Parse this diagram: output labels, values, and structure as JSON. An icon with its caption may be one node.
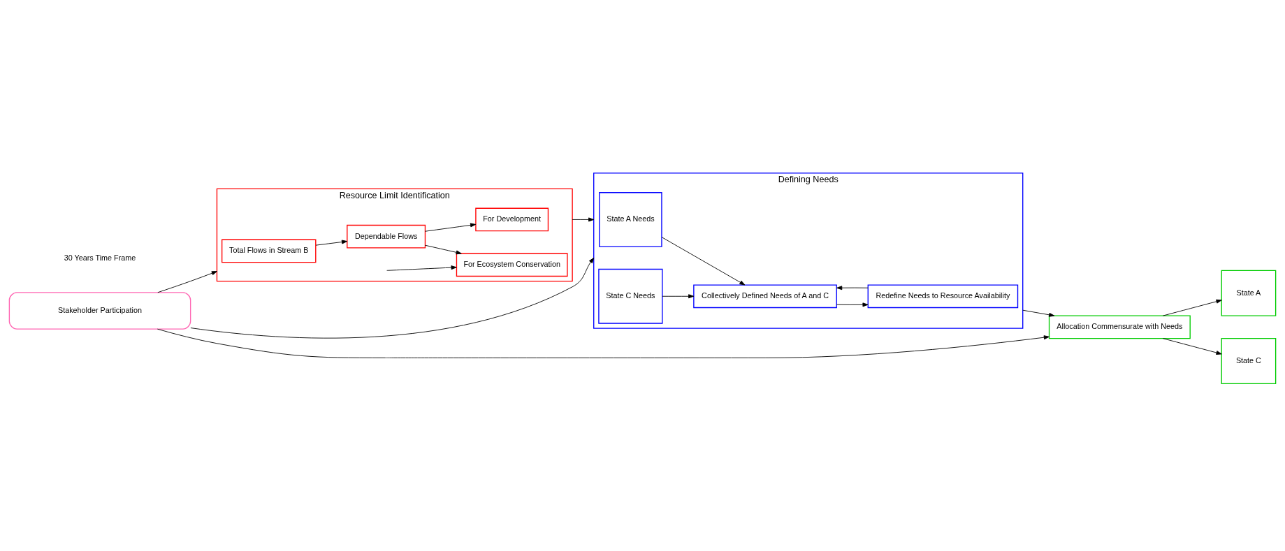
{
  "diagram": {
    "nodes": [
      {
        "text": [
          "Resource Limit Identification"
        ]
      },
      {
        "text": [
          "Total Flows in Stream B"
        ],
        "in": 0
      },
      {
        "text": [
          "Dependable Flows"
        ],
        "in": 0
      },
      {
        "text": [
          "For Ecosystem Conservation"
        ],
        "in": 0
      },
      {
        "text": [
          "For Development"
        ],
        "in": 0
      },
      {
        "text": [
          "Defining Needs"
        ]
      },
      {
        "text": [
          "State A Needs"
        ],
        "in": 5
      },
      {
        "text": [
          "State C Needs"
        ],
        "in": 5
      },
      {
        "text": [
          "Collectively Defined Needs of A and C"
        ],
        "in": 5
      },
      {
        "text": [
          "Redefine Needs to Resource Availability"
        ],
        "in": 5
      },
      {
        "text": [
          "Allocation Commensurate with Needs"
        ]
      },
      {
        "text": [
          "State A"
        ]
      },
      {
        "text": [
          "State C"
        ]
      },
      {
        "text": [
          "Stakeholder Participation"
        ]
      }
    ],
    "edges": [
      {
        "from": 1,
        "to": 2,
        "arrow": "to"
      },
      {
        "from": 2,
        "to": 3,
        "arrow": "to"
      },
      {
        "from": 2,
        "to": 4,
        "arrow": "to"
      },
      {
        "from": null,
        "to": 3,
        "arrow": "to"
      },
      {
        "from": 0,
        "to": 5,
        "arrow": "to"
      },
      {
        "from": 6,
        "to": 8,
        "arrow": "to"
      },
      {
        "from": 7,
        "to": 8,
        "arrow": "to"
      },
      {
        "from": 8,
        "to": 9,
        "arrow": "to"
      },
      {
        "from": 9,
        "to": 8,
        "arrow": "to"
      },
      {
        "from": 5,
        "to": 10,
        "arrow": "to"
      },
      {
        "from": 10,
        "to": 11,
        "arrow": "to"
      },
      {
        "from": 10,
        "to": 12,
        "arrow": "to"
      },
      {
        "from": 13,
        "to": 0,
        "arrow": "to"
      },
      {
        "from": 13,
        "to": 5,
        "arrow": "to"
      },
      {
        "from": 13,
        "to": 10,
        "arrow": "to"
      }
    ],
    "labels": [
      "30 Years Time Frame"
    ]
  }
}
